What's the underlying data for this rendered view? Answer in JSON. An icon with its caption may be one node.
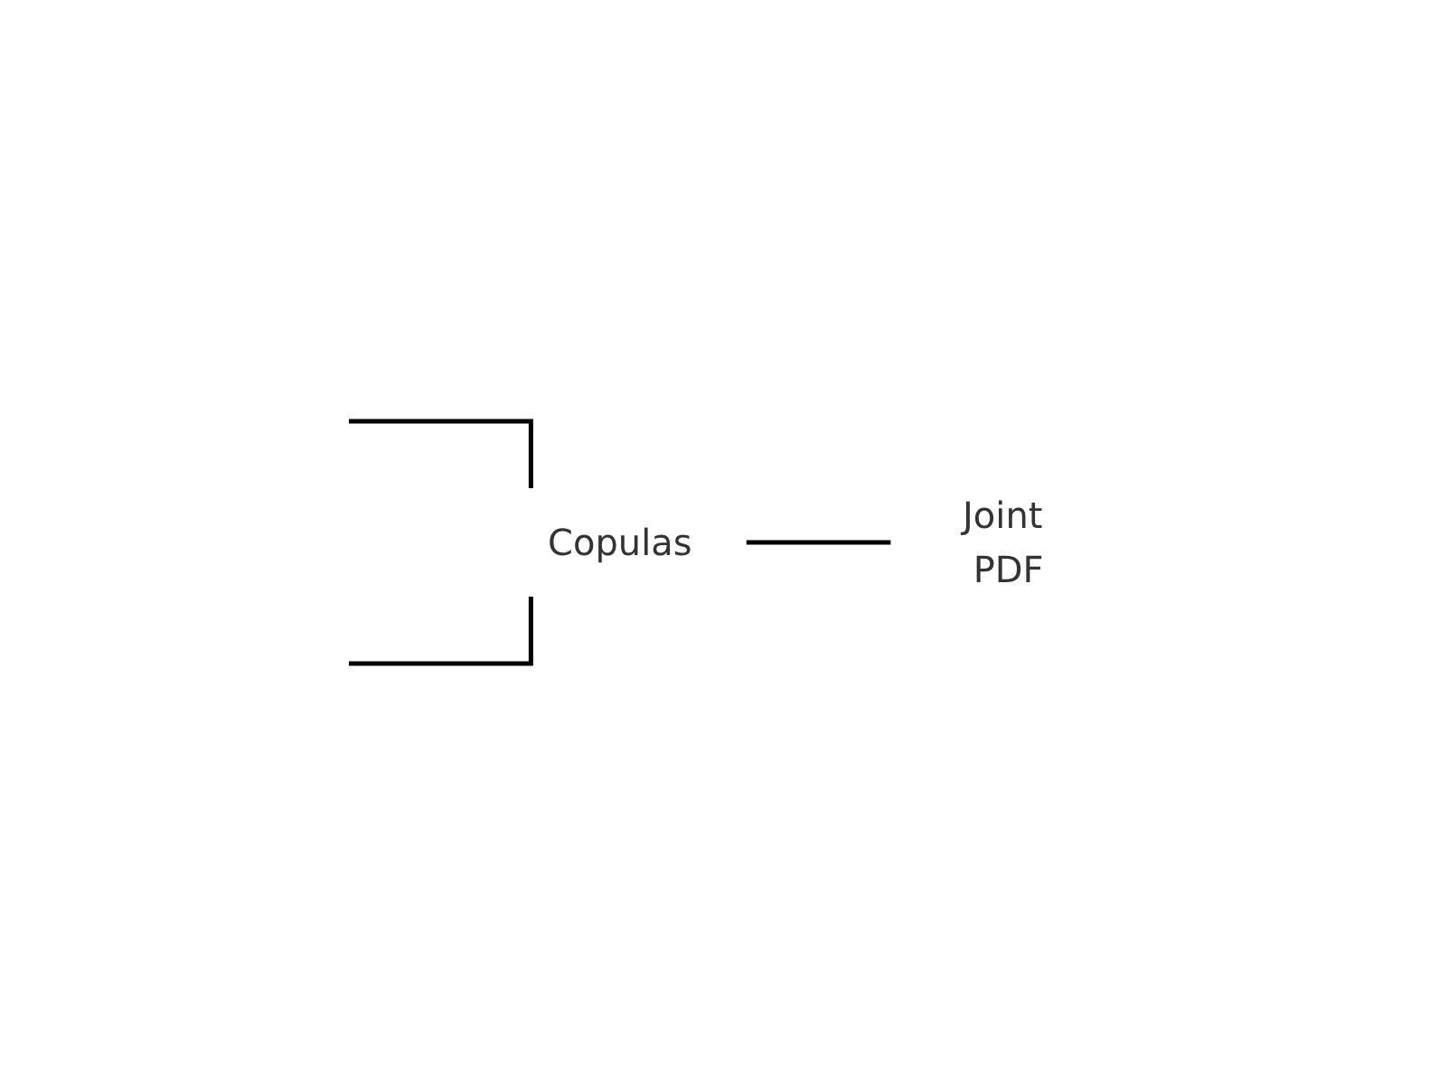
{
  "diagram": {
    "nodes": [
      {
        "text": [
          "Copulas"
        ]
      },
      {
        "text": [
          "Joint PDF"
        ]
      }
    ],
    "edges": [
      {
        "from": null,
        "to": 0,
        "arrow": "none"
      },
      {
        "from": null,
        "to": 0,
        "arrow": "none"
      },
      {
        "from": 0,
        "to": 1,
        "arrow": "none"
      }
    ]
  }
}
